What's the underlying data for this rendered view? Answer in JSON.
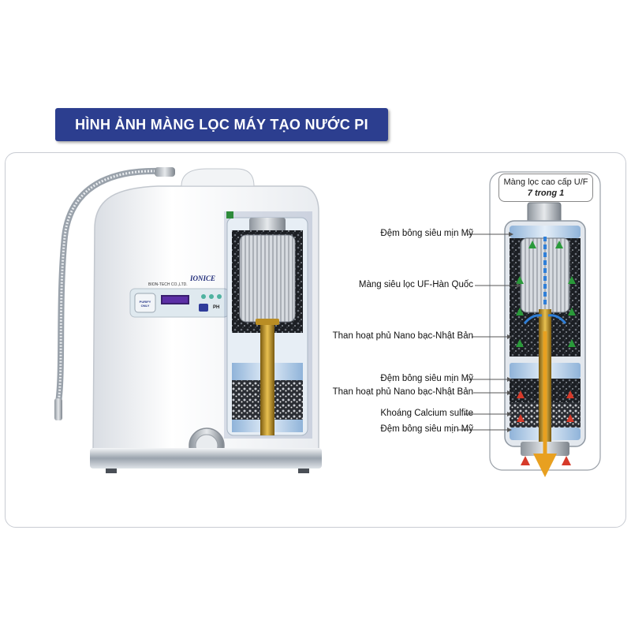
{
  "title": "HÌNH ẢNH MÀNG LỌC MÁY TẠO NƯỚC PI",
  "callout": {
    "line1": "Màng lọc cao cấp U/F",
    "line2": "7 trong 1"
  },
  "layers": [
    {
      "label": "Đệm bông siêu mịn Mỹ"
    },
    {
      "label": "Màng siêu lọc UF-Hàn Quốc"
    },
    {
      "label": "Than hoạt phủ Nano bạc-Nhật Bản"
    },
    {
      "label": "Đệm bông siêu mịn Mỹ"
    },
    {
      "label": "Than hoạt phủ Nano bạc-Nhật Bản"
    },
    {
      "label": "Khoáng Calcium sulfite"
    },
    {
      "label": "Đệm bông siêu mịn Mỹ"
    }
  ],
  "device": {
    "brand": "IONICE",
    "maker": "BION-TECH CO.,LTD.",
    "button_label": "PURIFY ONLY",
    "ph_label": "PH"
  },
  "colors": {
    "banner": "#2c3e8f",
    "flow_down": "#e8a020",
    "flow_up": "#2a9a3a",
    "flow_blue": "#2f7fd8",
    "flow_red": "#d63a2a"
  }
}
